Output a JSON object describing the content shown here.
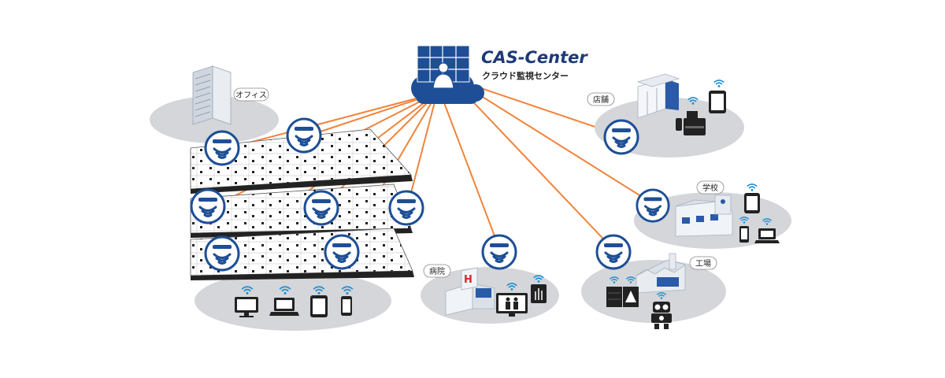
{
  "center": {
    "title": "CAS-Center",
    "subtitle": "クラウド監視センター"
  },
  "sites": {
    "office": "オフィス",
    "store": "店舗",
    "school": "学校",
    "hospital": "病院",
    "factory": "工場"
  },
  "hospital_sign": "H",
  "colors": {
    "line": "#f0843c",
    "badge": "#1e4f96",
    "platform": "#d4d6da",
    "building": "#eef1f5"
  }
}
